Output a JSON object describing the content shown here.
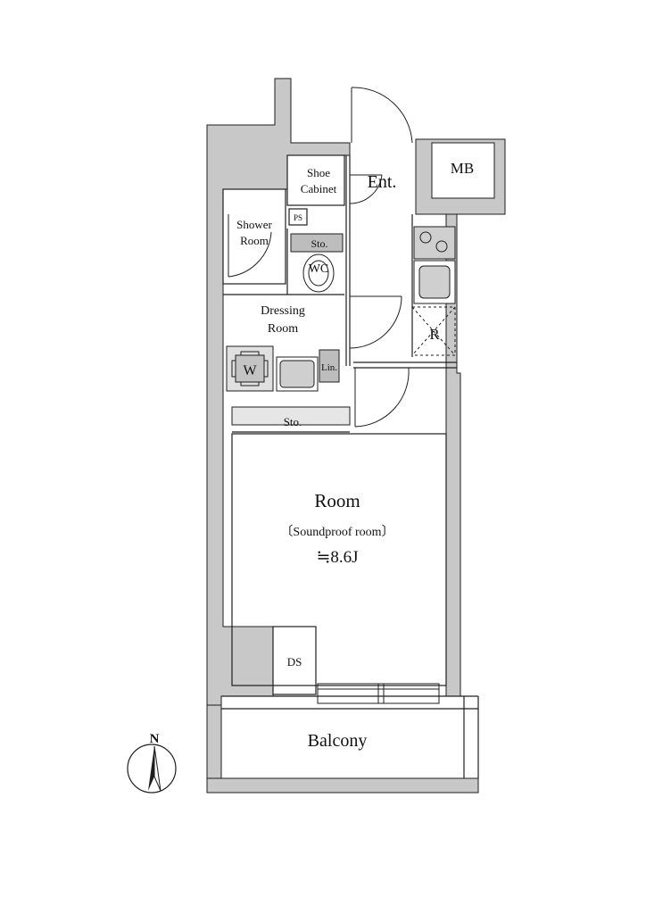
{
  "colors": {
    "wall": "#c8c8c8",
    "line": "#1e1e1e",
    "fixture": "#bdbdbd",
    "background": "#ffffff"
  },
  "labels": {
    "entrance": "Ent.",
    "meter_box": "MB",
    "shoe_cabinet_line1": "Shoe",
    "shoe_cabinet_line2": "Cabinet",
    "pipe_space": "PS",
    "shower_room_line1": "Shower",
    "shower_room_line2": "Room",
    "toilet_storage": "Sto.",
    "toilet": "WC",
    "dressing_room_line1": "Dressing",
    "dressing_room_line2": "Room",
    "washer": "W",
    "linen": "Lin.",
    "refrigerator": "R",
    "storage": "Sto.",
    "room": "Room",
    "room_note": "〔Soundproof room〕",
    "room_size": "≒8.6J",
    "duct_space": "DS",
    "balcony": "Balcony",
    "north": "N"
  },
  "icons": [
    "compass-icon",
    "gas-stove-icon",
    "sink-icon",
    "washing-machine-icon",
    "basin-icon",
    "toilet-icon"
  ]
}
